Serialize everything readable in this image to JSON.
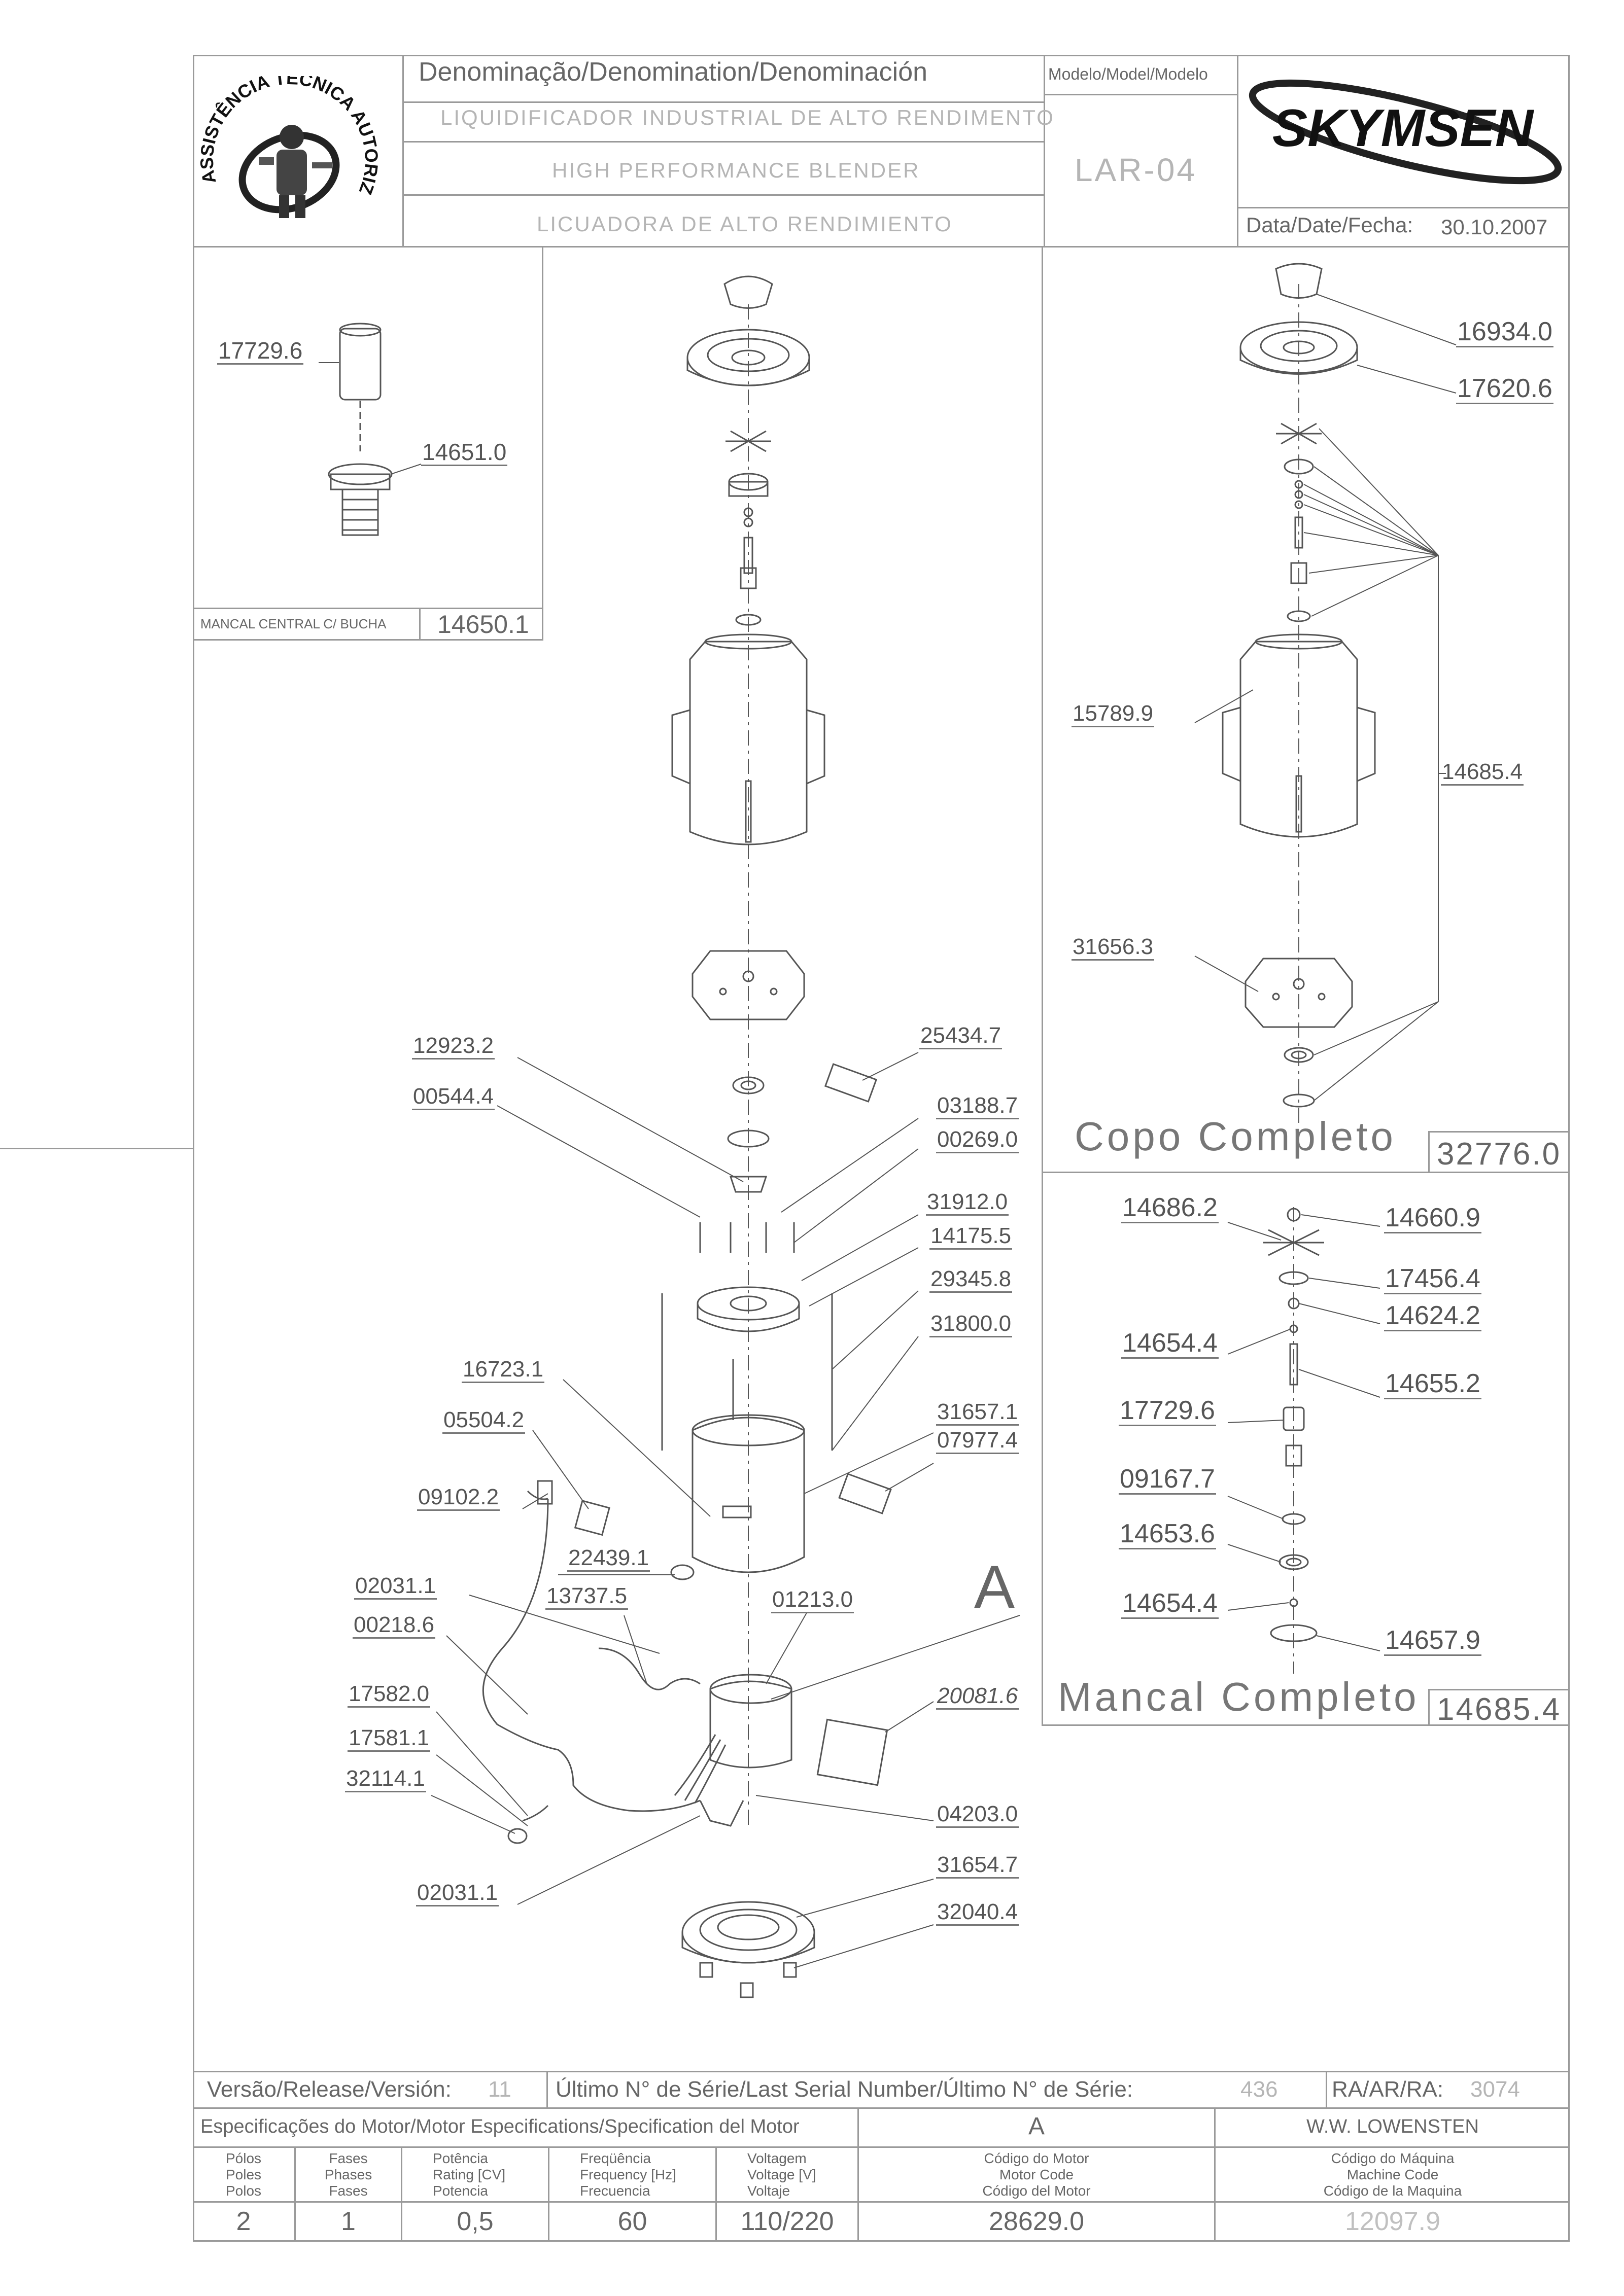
{
  "header": {
    "denomination_label": "Denominação/Denomination/Denominación",
    "name_pt": "LIQUIDIFICADOR INDUSTRIAL DE ALTO RENDIMENTO",
    "name_en": "HIGH PERFORMANCE BLENDER",
    "name_es": "LICUADORA DE ALTO RENDIMIENTO",
    "model_label": "Modelo/Model/Modelo",
    "model_value": "LAR-04",
    "brand": "SKYMSEN",
    "date_label": "Data/Date/Fecha:",
    "date_value": "30.10.2007",
    "logo_text_top": "ASSISTÊNCIA TÉCNICA AUTORIZADA"
  },
  "inset_bearing": {
    "parts": [
      "17729.6",
      "14651.0"
    ],
    "caption": "MANCAL CENTRAL C/ BUCHA",
    "code": "14650.1"
  },
  "main_parts": [
    "12923.2",
    "00544.4",
    "25434.7",
    "03188.7",
    "00269.0",
    "31912.0",
    "14175.5",
    "29345.8",
    "31800.0",
    "16723.1",
    "05504.2",
    "09102.2",
    "22439.1",
    "31657.1",
    "07977.4",
    "02031.1",
    "13737.5",
    "01213.0",
    "00218.6",
    "17582.0",
    "17581.1",
    "32114.1",
    "20081.6",
    "04203.0",
    "31654.7",
    "32040.4",
    "02031.1"
  ],
  "detail_marker": "A",
  "copo": {
    "parts": [
      "16934.0",
      "17620.6",
      "15789.9",
      "14685.4",
      "31656.3"
    ],
    "title": "Copo Completo",
    "code": "32776.0"
  },
  "mancal": {
    "parts": [
      "14686.2",
      "14660.9",
      "17456.4",
      "14624.2",
      "14654.4",
      "14655.2",
      "17729.6",
      "09167.7",
      "14653.6",
      "14654.4",
      "14657.9"
    ],
    "title": "Mancal Completo",
    "code": "14685.4"
  },
  "footer": {
    "release_label": "Versão/Release/Versión:",
    "release_value": "11",
    "serial_label": "Último N° de Série/Last Serial Number/Último N° de Série:",
    "serial_value": "436",
    "ra_label": "RA/AR/RA:",
    "ra_value": "3074",
    "motor_spec_label": "Especificações do Motor/Motor Especifications/Specification del Motor",
    "motor_letter": "A",
    "manufacturer": "W.W. LOWENSTEN",
    "headers": {
      "poles": [
        "Pólos",
        "Poles",
        "Polos"
      ],
      "phases": [
        "Fases",
        "Phases",
        "Fases"
      ],
      "rating": [
        "Potência",
        "Rating [CV]",
        "Potencia"
      ],
      "frequency": [
        "Freqüência",
        "Frequency [Hz]",
        "Frecuencia"
      ],
      "voltage": [
        "Voltagem",
        "Voltage [V]",
        "Voltaje"
      ],
      "motor_code": [
        "Código do Motor",
        "Motor Code",
        "Código del Motor"
      ],
      "machine_code": [
        "Código do Máquina",
        "Machine Code",
        "Código de la Maquina"
      ]
    },
    "values": {
      "poles": "2",
      "phases": "1",
      "rating": "0,5",
      "frequency": "60",
      "voltage": "110/220",
      "motor_code": "28629.0",
      "machine_code": "12097.9"
    }
  }
}
